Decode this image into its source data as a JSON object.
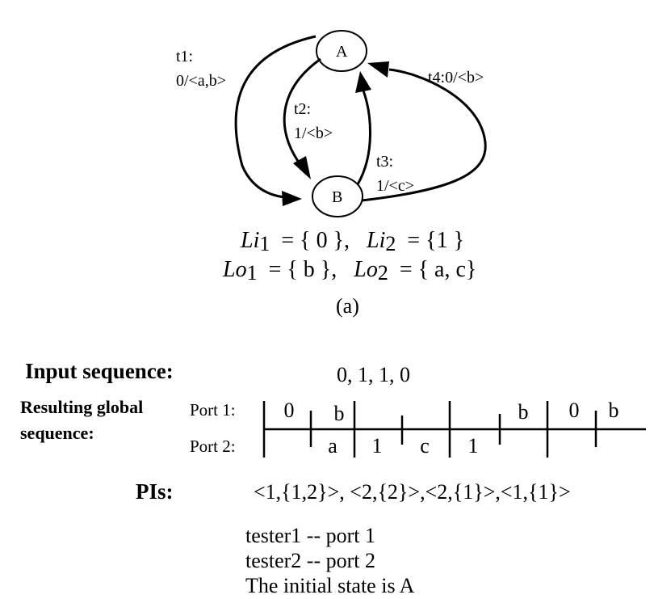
{
  "diagram": {
    "states": [
      {
        "id": "A",
        "label": "A"
      },
      {
        "id": "B",
        "label": "B"
      }
    ],
    "transitions": [
      {
        "id": "t1",
        "name": "t1:",
        "io": "0/<a,b>",
        "from": "A",
        "to": "B"
      },
      {
        "id": "t2",
        "name": "t2:",
        "io": "1/<b>",
        "from": "A",
        "to": "B"
      },
      {
        "id": "t3",
        "name": "t3:",
        "io": "1/<c>",
        "from": "B",
        "to": "A"
      },
      {
        "id": "t4",
        "name": "t4:0/<b>",
        "io": "",
        "from": "B",
        "to": "A"
      }
    ],
    "sets": {
      "li1_name": "Li",
      "li1_sub": "1",
      "li1_val": "= { 0 },",
      "li2_name": "Li",
      "li2_sub": "2",
      "li2_val": "= {1 }",
      "lo1_name": "Lo",
      "lo1_sub": "1",
      "lo1_val": "= { b },",
      "lo2_name": "Lo",
      "lo2_sub": "2",
      "lo2_val": "= { a, c}"
    },
    "caption": "(a)"
  },
  "input": {
    "label": "Input sequence:",
    "value": "0, 1, 1, 0"
  },
  "global": {
    "label_line1": "Resulting global",
    "label_line2": "sequence:",
    "port1_label": "Port 1:",
    "port2_label": "Port 2:",
    "port1_events": [
      "0",
      "b",
      "b",
      "0",
      "b"
    ],
    "port2_events": [
      "a",
      "1",
      "c",
      "1"
    ]
  },
  "pis": {
    "label": "PIs:",
    "value": "<1,{1,2}>, <2,{2}>,<2,{1}>,<1,{1}>"
  },
  "notes": [
    "tester1 -- port 1",
    "tester2 -- port 2",
    "The initial state is A"
  ]
}
